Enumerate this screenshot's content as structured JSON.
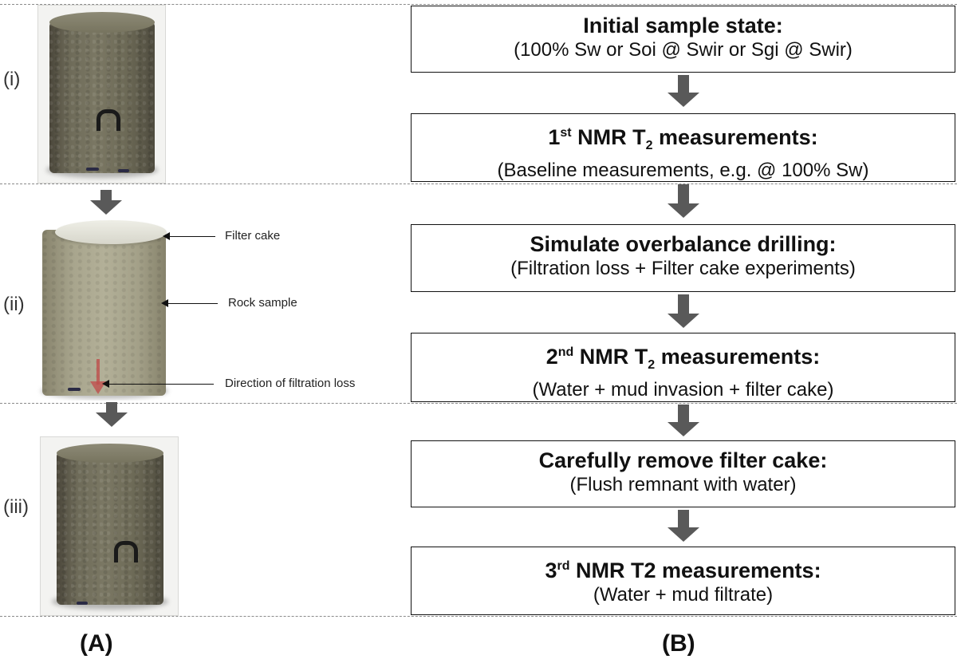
{
  "stages": {
    "i": "(i)",
    "ii": "(ii)",
    "iii": "(iii)"
  },
  "annotations": {
    "filter_cake": "Filter cake",
    "rock_sample": "Rock sample",
    "direction": "Direction of filtration loss"
  },
  "marker_glyph": "U",
  "boxes": [
    {
      "title_main": "Initial sample state:",
      "subtitle": "(100% Sw or Soi @ Swir or Sgi @ Swir)"
    },
    {
      "title_num": "1",
      "title_sup": "st",
      "title_pre": " NMR T",
      "title_sub": "2",
      "title_post": " measurements:",
      "subtitle": "(Baseline measurements, e.g. @ 100% Sw)"
    },
    {
      "title_main": "Simulate overbalance drilling:",
      "subtitle": "(Filtration loss + Filter cake experiments)"
    },
    {
      "title_num": "2",
      "title_sup": "nd",
      "title_pre": " NMR T",
      "title_sub": "2",
      "title_post": " measurements:",
      "subtitle": "(Water + mud invasion + filter cake)"
    },
    {
      "title_main": "Carefully remove filter cake:",
      "subtitle": "(Flush remnant with water)"
    },
    {
      "title_num": "3",
      "title_sup": "rd",
      "title_post": " NMR T2 measurements:",
      "subtitle": "(Water + mud filtrate)"
    }
  ],
  "panels": {
    "a": "(A)",
    "b": "(B)"
  },
  "colors": {
    "arrow": "#595959",
    "rock_dark": "#6d6a58",
    "rock_light": "#a8a58d",
    "direction_arrow": "#c0504d"
  }
}
